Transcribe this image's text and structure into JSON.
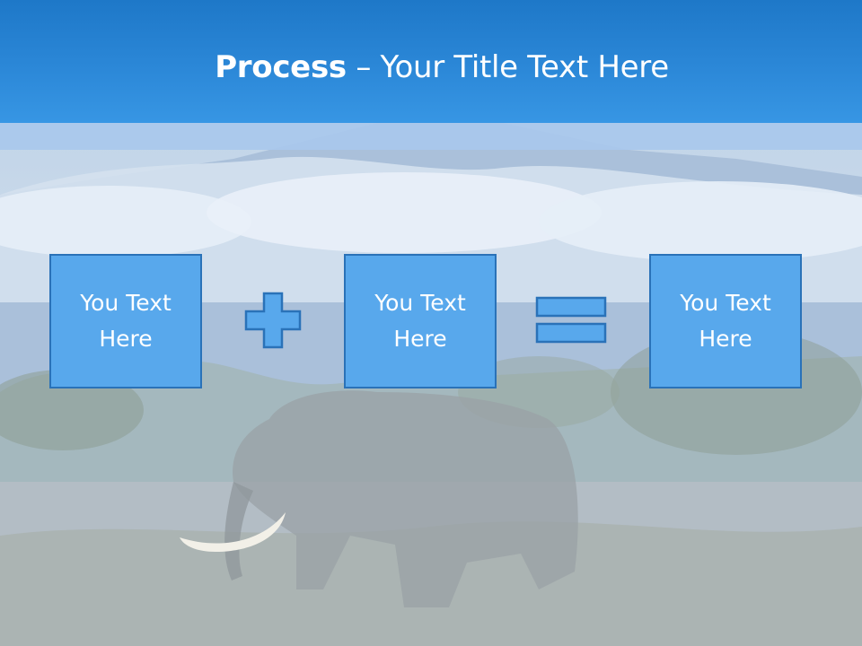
{
  "title": {
    "bold": "Process",
    "rest": " – Your Title Text Here"
  },
  "boxes": [
    {
      "label": "You Text Here"
    },
    {
      "label": "You Text Here"
    },
    {
      "label": "You Text Here"
    }
  ],
  "operators": [
    "plus-icon",
    "equals-icon"
  ],
  "colors": {
    "header": "#2a86d6",
    "box_fill": "#58a8ec",
    "box_border": "#2a72b8"
  }
}
